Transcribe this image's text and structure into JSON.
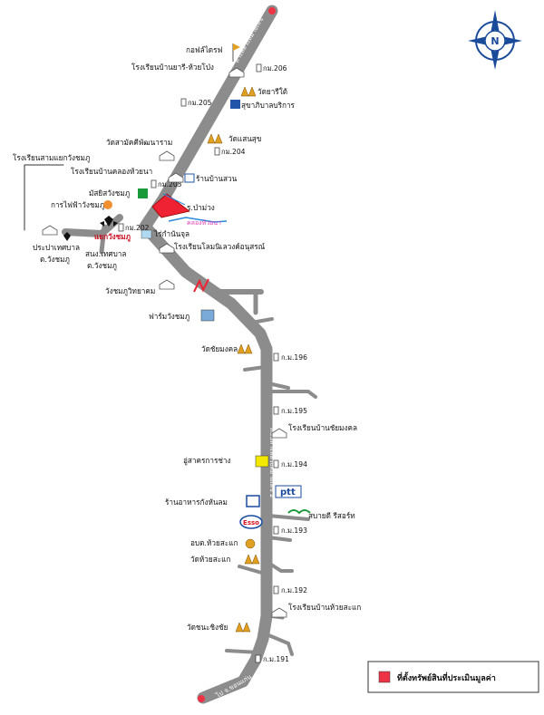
{
  "compass": {
    "letter": "N"
  },
  "road_labels": {
    "top": "ทางหลวงหมายเลข",
    "middle": "ถนนทางหลวงหมายเลข 2",
    "bottom": "ไป จ.ขอนแก่น"
  },
  "places": {
    "golf": "กอฟล์ไดรฟ",
    "school_yari": "โรงเรียนบ้านยารี-ห้วยโป่ง",
    "km206": "กม.206",
    "wat_yari": "วัดยารีใต้",
    "sukhaphiban": "สุขาภิบาลบริการ",
    "km205": "กม.205",
    "wat_samakkhi": "วัดสามัคคีพัฒนาราม",
    "wat_saensuk": "วัดแสนสุข",
    "km204": "กม.204",
    "school_saman": "โรงเรียนสามแยกวังชมภู",
    "school_khlong": "โรงเรียนบ้านคลองห้วยนา",
    "ban_suan": "ร้านบ้านสวน",
    "km203": "กม.203",
    "mosque": "มัสยิสวังชมภู",
    "pea": "การไฟฟ้าวังชมภู",
    "pond": "ร.ป่าม่วง",
    "canal": "คลองห้วยนา",
    "km202": "กม.202",
    "junction": "แยกวังชมภู",
    "rai": "ไร่กำนันจุล",
    "pracha": "ประปาเทศบาล",
    "pracha2": "ต.วังชมภู",
    "municipal": "สนง.เทศบาล",
    "municipal2": "ต.วังชมภู",
    "school_lom": "โรงเรียนโลมนิเลวงค์อนุสรณ์",
    "wittaya": "วังชมภูวิทยาคม",
    "farm": "ฟาร์มวังชมภู",
    "wat_chai": "วัดชัยมงคล",
    "km196": "ก.ม.196",
    "km195": "ก.ม.195",
    "school_chai": "โรงเรียนบ้านชัยมงคล",
    "garage": "อู่สาครการช่าง",
    "km194": "ก.ม.194",
    "ptt": "ptt",
    "restaurant": "ร้านอาหารกังหันลม",
    "sabai": "สบายดี รีสอร์ท",
    "esso": "Esso",
    "km193": "ก.ม.193",
    "obt": "อบต.ห้วยสะแก",
    "wat_huai": "วัดห้วยสะแก",
    "km192": "ก.ม.192",
    "school_huai": "โรงเรียนบ้านห้วยสะแก",
    "wat_chana": "วัดชนะชิงชัย",
    "km191": "ก.ม.191"
  },
  "legend": {
    "label": "ที่ตั้งทรัพย์สินที่ประเมินมูลค่า",
    "color": "#ee3344"
  },
  "colors": {
    "road": "#8c8c8c",
    "site": "#ee2233",
    "water": "#2a8ae0",
    "compass": "#1a4a9a"
  }
}
